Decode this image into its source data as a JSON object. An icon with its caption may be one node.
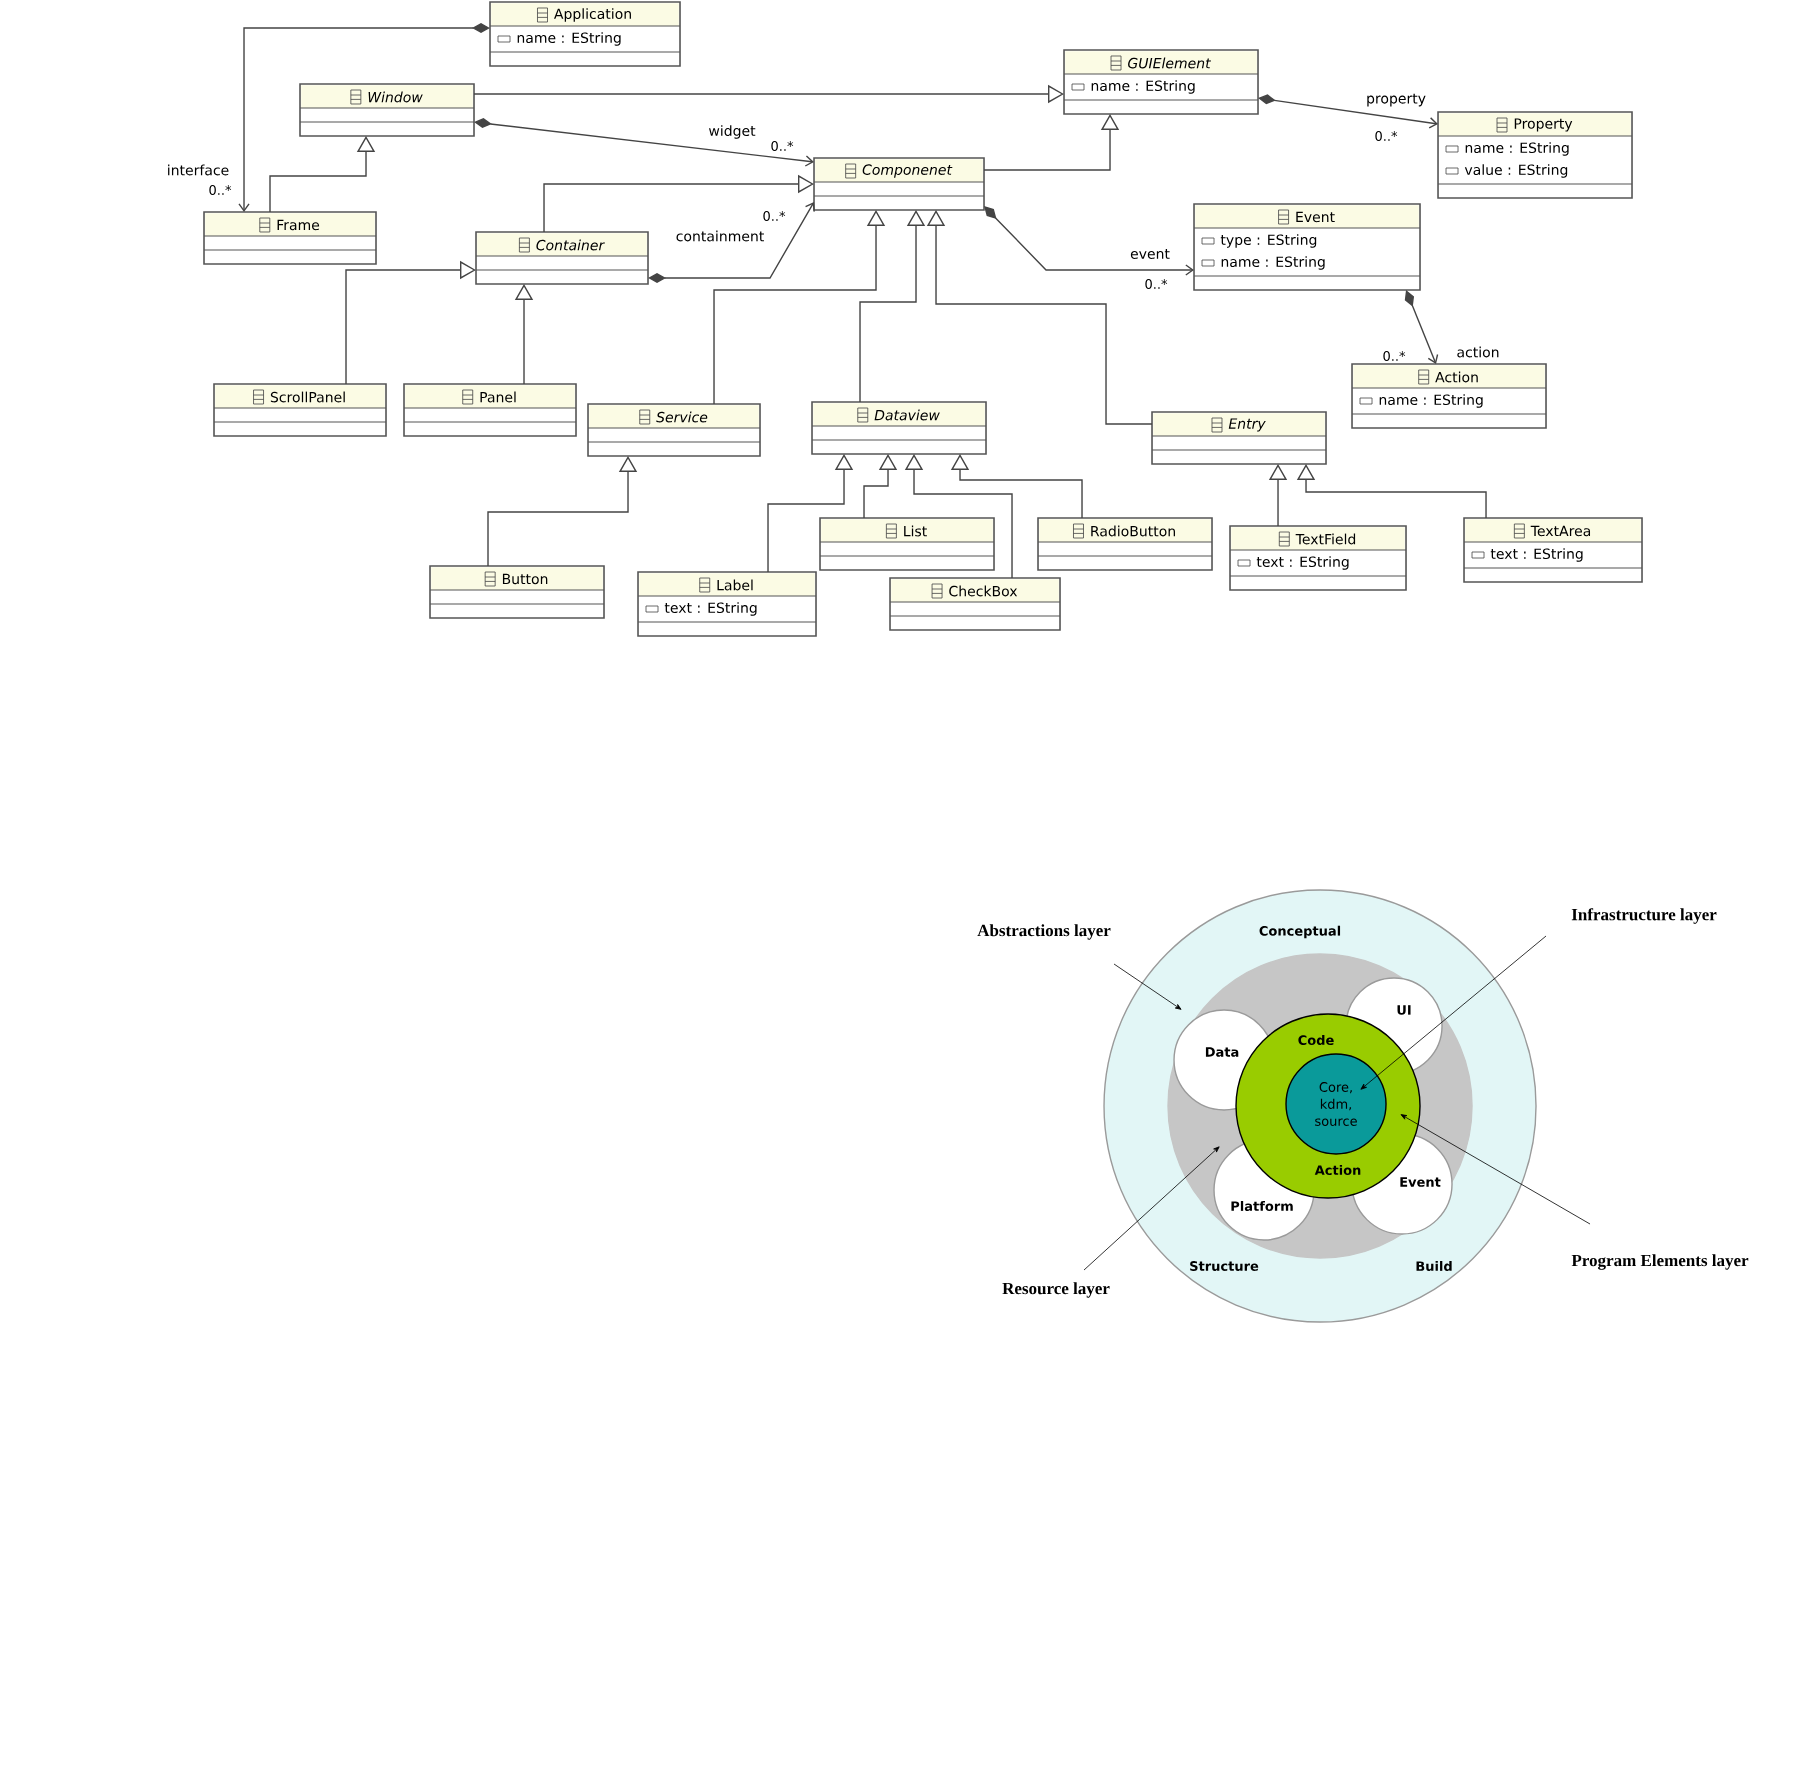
{
  "diagram": {
    "nodes": [
      {
        "text": [
          "Application",
          "name : EString"
        ]
      },
      {
        "text": [
          "Window"
        ]
      },
      {
        "text": [
          "Frame"
        ]
      },
      {
        "text": [
          "Componenet"
        ]
      },
      {
        "text": [
          "Container"
        ]
      },
      {
        "text": [
          "GUIElement",
          "name : EString"
        ]
      },
      {
        "text": [
          "Property",
          "name : EString",
          "value : EString"
        ]
      },
      {
        "text": [
          "Event",
          "type : EString",
          "name : EString"
        ]
      },
      {
        "text": [
          "Action",
          "name : EString"
        ]
      },
      {
        "text": [
          "ScrollPanel"
        ]
      },
      {
        "text": [
          "Panel"
        ]
      },
      {
        "text": [
          "Service"
        ]
      },
      {
        "text": [
          "Dataview"
        ]
      },
      {
        "text": [
          "Entry"
        ]
      },
      {
        "text": [
          "Button"
        ]
      },
      {
        "text": [
          "Label",
          "text : EString"
        ]
      },
      {
        "text": [
          "List"
        ]
      },
      {
        "text": [
          "CheckBox"
        ]
      },
      {
        "text": [
          "RadioButton"
        ]
      },
      {
        "text": [
          "TextField",
          "text : EString"
        ]
      },
      {
        "text": [
          "TextArea",
          "text : EString"
        ]
      },
      {
        "text": [
          "Conceptual",
          "Structure",
          "Build"
        ]
      },
      {
        "text": [],
        "shape": "circle",
        "in": 21
      },
      {
        "text": [
          "Data"
        ],
        "in": 22
      },
      {
        "text": [
          "UI"
        ],
        "in": 22
      },
      {
        "text": [
          "Event"
        ],
        "in": 22
      },
      {
        "text": [
          "Platform"
        ],
        "in": 22
      },
      {
        "text": [
          "Code",
          "Action"
        ],
        "in": 22
      },
      {
        "text": [
          "Core, kdm, source"
        ],
        "in": 27
      },
      {
        "text": [
          "Abstractions layer"
        ]
      },
      {
        "text": [
          "Infrastructure layer"
        ]
      },
      {
        "text": [
          "Resource layer"
        ]
      },
      {
        "text": [
          "Program Elements layer"
        ]
      }
    ],
    "edges": [
      {
        "from": 0,
        "to": 2,
        "arrow": "to",
        "label": "interface"
      },
      {
        "from": 1,
        "to": 5,
        "arrow": "to"
      },
      {
        "from": 2,
        "to": 1,
        "arrow": "to"
      },
      {
        "from": 1,
        "to": 3,
        "arrow": "to",
        "label": "widget"
      },
      {
        "from": 3,
        "to": 5,
        "arrow": "to"
      },
      {
        "from": 4,
        "to": 3,
        "arrow": "to"
      },
      {
        "from": 4,
        "to": 3,
        "arrow": "to",
        "label": "containment"
      },
      {
        "from": 3,
        "to": 7,
        "arrow": "to",
        "label": "event"
      },
      {
        "from": 5,
        "to": 6,
        "arrow": "to",
        "label": "property"
      },
      {
        "from": 7,
        "to": 8,
        "arrow": "to",
        "label": "action"
      },
      {
        "from": 9,
        "to": 4,
        "arrow": "to"
      },
      {
        "from": 10,
        "to": 4,
        "arrow": "to"
      },
      {
        "from": 11,
        "to": 3,
        "arrow": "to"
      },
      {
        "from": 12,
        "to": 3,
        "arrow": "to"
      },
      {
        "from": 13,
        "to": 3,
        "arrow": "to"
      },
      {
        "from": 14,
        "to": 11,
        "arrow": "to"
      },
      {
        "from": 15,
        "to": 12,
        "arrow": "to"
      },
      {
        "from": 16,
        "to": 12,
        "arrow": "to"
      },
      {
        "from": 17,
        "to": 12,
        "arrow": "to"
      },
      {
        "from": 18,
        "to": 12,
        "arrow": "to"
      },
      {
        "from": 19,
        "to": 13,
        "arrow": "to"
      },
      {
        "from": 20,
        "to": 13,
        "arrow": "to"
      },
      {
        "from": 29,
        "to": 21,
        "arrow": "to"
      },
      {
        "from": 30,
        "to": 28,
        "arrow": "to"
      },
      {
        "from": 31,
        "to": 22,
        "arrow": "to"
      },
      {
        "from": 32,
        "to": 27,
        "arrow": "to"
      }
    ],
    "labels": [
      "0..*",
      "0..*",
      "0..*",
      "0..*",
      "0..*",
      "0..*"
    ]
  }
}
